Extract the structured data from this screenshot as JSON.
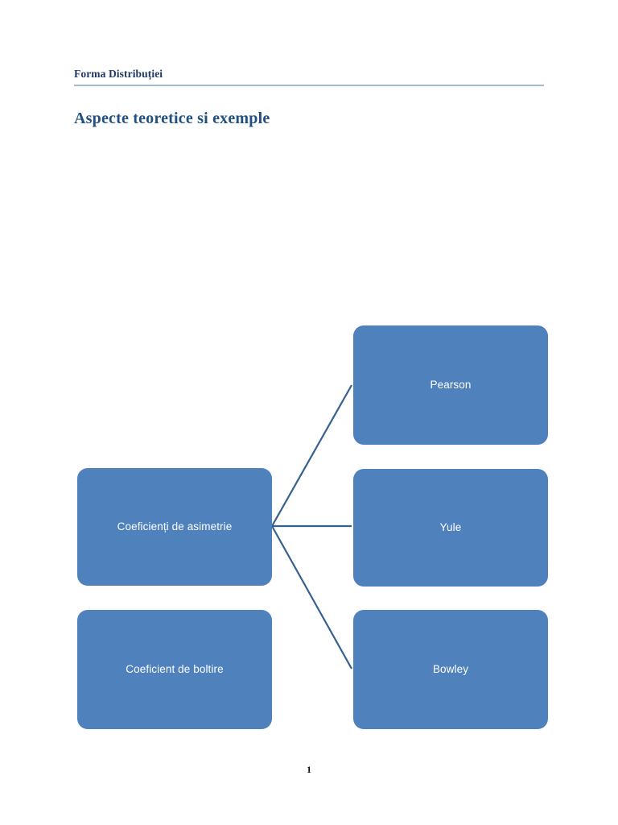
{
  "document": {
    "header_text": "Forma Distribuției",
    "heading": "Aspecte teoretice si exemple",
    "page_number": "1"
  },
  "diagram": {
    "nodes": [
      {
        "id": "skewness",
        "label": "Coeficienți de asimetrie"
      },
      {
        "id": "kurtosis",
        "label": "Coeficient de boltire"
      },
      {
        "id": "pearson",
        "label": "Pearson"
      },
      {
        "id": "yule",
        "label": "Yule"
      },
      {
        "id": "bowley",
        "label": "Bowley"
      }
    ],
    "connectors": [
      {
        "from": "skewness",
        "to": "pearson"
      },
      {
        "from": "skewness",
        "to": "yule"
      },
      {
        "from": "skewness",
        "to": "bowley"
      }
    ]
  },
  "colors": {
    "node_fill": "#4F81BD",
    "node_text": "#FFFFFF",
    "connector": "#36618E",
    "heading": "#1F5080",
    "header_text": "#1F3864",
    "header_rule": "#A3B8D4",
    "page_background": "#FFFFFF"
  }
}
